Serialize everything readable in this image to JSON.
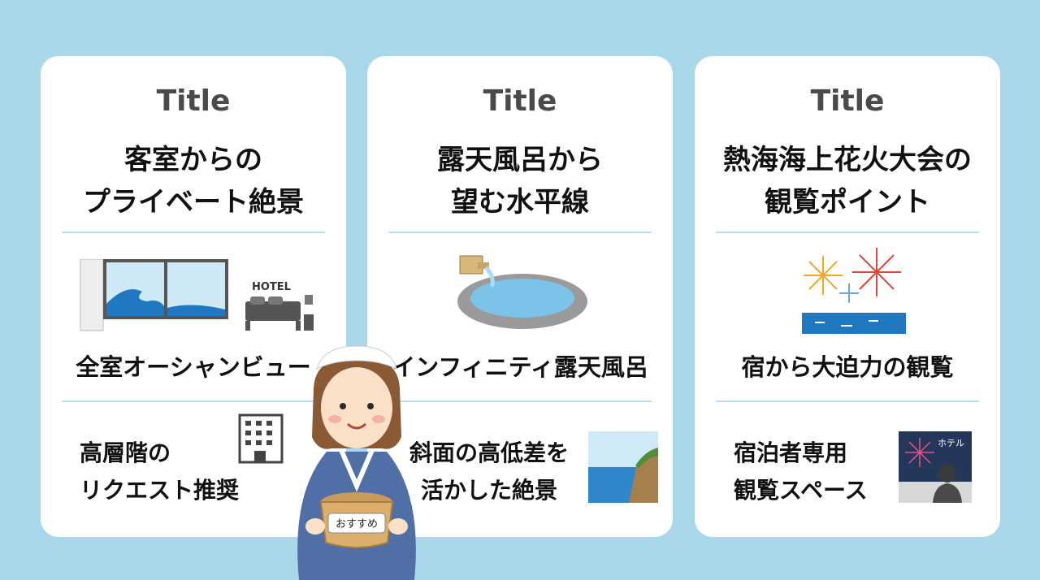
{
  "cards": [
    {
      "title": "Title",
      "heading_line1": "客室からの",
      "heading_line2": "プライベート絶景",
      "feature": "全室オーシャンビュー",
      "hotel_sign": "HOTEL",
      "sub_line1": "高層階の",
      "sub_line2": "リクエスト推奨"
    },
    {
      "title": "Title",
      "heading_line1": "露天風呂から",
      "heading_line2": "望む水平線",
      "feature": "インフィニティ露天風呂",
      "sub_line1": "斜面の高低差を",
      "sub_line2": "活かした絶景"
    },
    {
      "title": "Title",
      "heading_line1": "熱海海上花火大会の",
      "heading_line2": "観覧ポイント",
      "feature": "宿から大迫力の観覧",
      "sub_line1": "宿泊者専用",
      "sub_line2": "観覧スペース",
      "hotel_sign": "ホテル"
    }
  ],
  "mascot": {
    "bucket_label": "おすすめ"
  },
  "colors": {
    "background": "#a8d8ea",
    "card": "#ffffff",
    "divider": "#b9dff0",
    "sea": "#2f86c8",
    "yukata": "#4f6fa6"
  }
}
